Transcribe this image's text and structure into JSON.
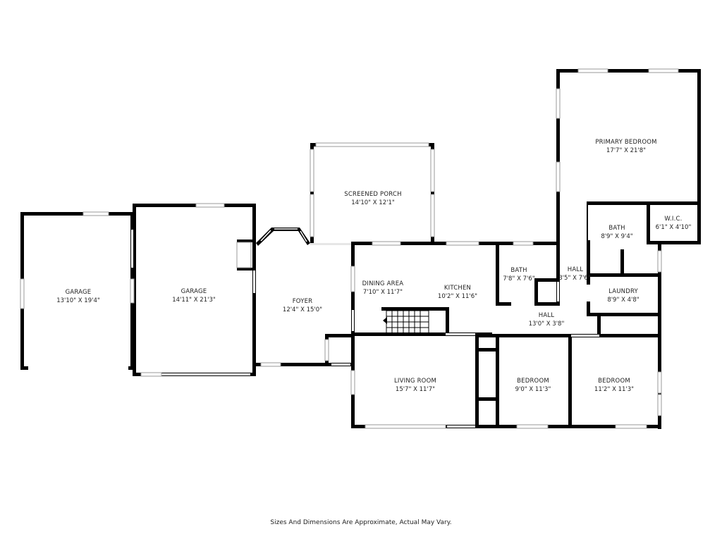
{
  "rooms": [
    {
      "id": "garage-left",
      "name": "GARAGE",
      "dims": "13'10\" X 19'4\""
    },
    {
      "id": "garage-right",
      "name": "GARAGE",
      "dims": "14'11\" X 21'3\""
    },
    {
      "id": "foyer",
      "name": "FOYER",
      "dims": "12'4\" X 15'0\""
    },
    {
      "id": "screened-porch",
      "name": "SCREENED PORCH",
      "dims": "14'10\" X 12'1\""
    },
    {
      "id": "dining-area",
      "name": "DINING AREA",
      "dims": "7'10\" X 11'7\""
    },
    {
      "id": "kitchen",
      "name": "KITCHEN",
      "dims": "10'2\" X 11'6\""
    },
    {
      "id": "bath-hall",
      "name": "BATH",
      "dims": "7'8\" X 7'6\""
    },
    {
      "id": "hall-upper",
      "name": "HALL",
      "dims": "3'5\" X 7'6\""
    },
    {
      "id": "hall-lower",
      "name": "HALL",
      "dims": "13'0\" X 3'8\""
    },
    {
      "id": "primary-bedroom",
      "name": "PRIMARY BEDROOM",
      "dims": "17'7\" X 21'8\""
    },
    {
      "id": "bath-primary",
      "name": "BATH",
      "dims": "8'9\" X 9'4\""
    },
    {
      "id": "wic",
      "name": "W.I.C.",
      "dims": "6'1\" X 4'10\""
    },
    {
      "id": "laundry",
      "name": "LAUNDRY",
      "dims": "8'9\" X 4'8\""
    },
    {
      "id": "living-room",
      "name": "LIVING ROOM",
      "dims": "15'7\" X 11'7\""
    },
    {
      "id": "bedroom-middle",
      "name": "BEDROOM",
      "dims": "9'0\" X 11'3\""
    },
    {
      "id": "bedroom-right",
      "name": "BEDROOM",
      "dims": "11'2\" X 11'3\""
    }
  ],
  "disclaimer": "Sizes And Dimensions Are Approximate, Actual May Vary."
}
